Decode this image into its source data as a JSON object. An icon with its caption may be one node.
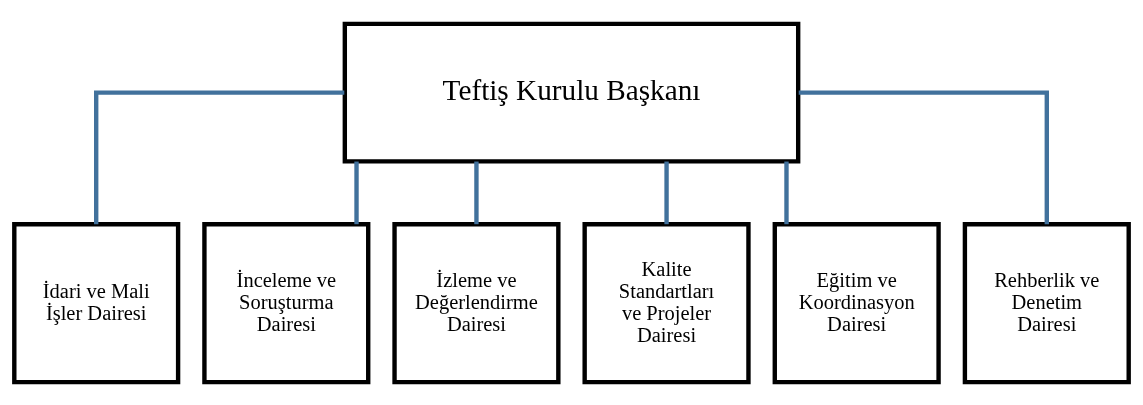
{
  "diagram": {
    "nodes": [
      {
        "text": [
          "Teftiş Kurulu Başkanı"
        ]
      },
      {
        "text": [
          "İdari ve Mali İşler Dairesi"
        ]
      },
      {
        "text": [
          "İnceleme ve Soruşturma Dairesi"
        ]
      },
      {
        "text": [
          "İzleme ve Değerlendirme Dairesi"
        ]
      },
      {
        "text": [
          "Kalite Standartları ve Projeler Dairesi"
        ]
      },
      {
        "text": [
          "Eğitim ve Koordinasyon Dairesi"
        ]
      },
      {
        "text": [
          "Rehberlik ve Denetim Dairesi"
        ]
      }
    ],
    "edges": [
      {
        "from": 0,
        "to": 1,
        "arrow": "none"
      },
      {
        "from": 0,
        "to": 2,
        "arrow": "none"
      },
      {
        "from": 0,
        "to": 3,
        "arrow": "none"
      },
      {
        "from": 0,
        "to": 4,
        "arrow": "none"
      },
      {
        "from": 0,
        "to": 5,
        "arrow": "none"
      },
      {
        "from": 0,
        "to": 6,
        "arrow": "none"
      }
    ]
  }
}
